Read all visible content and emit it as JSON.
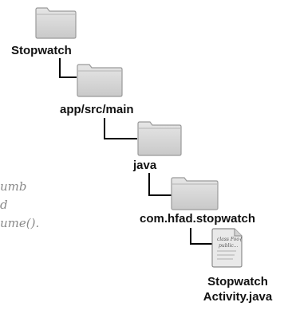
{
  "tree": {
    "nodes": [
      {
        "label": "Stopwatch",
        "icon": "folder-icon"
      },
      {
        "label": "app/src/main",
        "icon": "folder-icon"
      },
      {
        "label": "java",
        "icon": "folder-icon"
      },
      {
        "label": "com.hfad.stopwatch",
        "icon": "folder-icon"
      }
    ],
    "file": {
      "icon": "java-file-icon",
      "thumbnail_lines": [
        "class Foo{",
        "public..."
      ],
      "label_line1": "Stopwatch",
      "label_line2": "Activity.java"
    }
  },
  "side_note": {
    "lines": [
      "umb",
      "d",
      "ume()."
    ]
  },
  "colors": {
    "folder_fill": "#d8d8d8",
    "folder_stroke": "#9a9a9a",
    "connector": "#000000",
    "note_text": "#8a8a8a"
  }
}
